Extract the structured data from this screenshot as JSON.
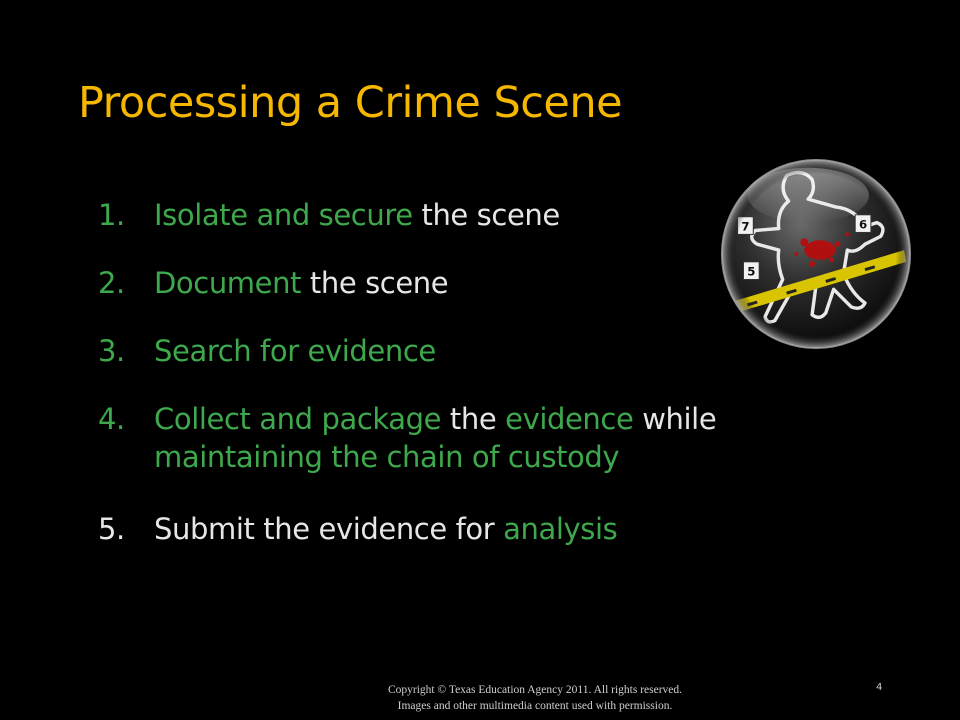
{
  "slide": {
    "title": "Processing a Crime Scene",
    "steps": [
      {
        "number": "1.",
        "segments": [
          {
            "text": "Isolate and secure",
            "style": "highlight"
          },
          {
            "text": " the scene",
            "style": "plain"
          }
        ]
      },
      {
        "number": "2.",
        "segments": [
          {
            "text": "Document",
            "style": "highlight"
          },
          {
            "text": " the scene",
            "style": "plain"
          }
        ]
      },
      {
        "number": "3.",
        "segments": [
          {
            "text": "Search for evidence",
            "style": "highlight"
          }
        ]
      },
      {
        "number": "4.",
        "segments": [
          {
            "text": "Collect and package",
            "style": "highlight"
          },
          {
            "text": " the ",
            "style": "plain"
          },
          {
            "text": "evidence",
            "style": "highlight"
          },
          {
            "text": " while ",
            "style": "plain"
          },
          {
            "text": "maintaining the chain of custody",
            "style": "highlight"
          }
        ]
      },
      {
        "number": "5.",
        "segments": [
          {
            "text": "Submit the evidence for ",
            "style": "plain"
          },
          {
            "text": "analysis",
            "style": "highlight"
          }
        ]
      }
    ],
    "emblem": {
      "icon": "crime-scene-emblem-icon",
      "markers": [
        "7",
        "6",
        "5"
      ]
    },
    "footer": {
      "line1": "Copyright © Texas Education Agency 2011. All rights reserved.",
      "line2": "Images and other multimedia content used with permission."
    },
    "page_number": "4"
  },
  "colors": {
    "background": "#000000",
    "title": "#f5b700",
    "highlight": "#3ea84c",
    "plain": "#e6e6e6"
  }
}
